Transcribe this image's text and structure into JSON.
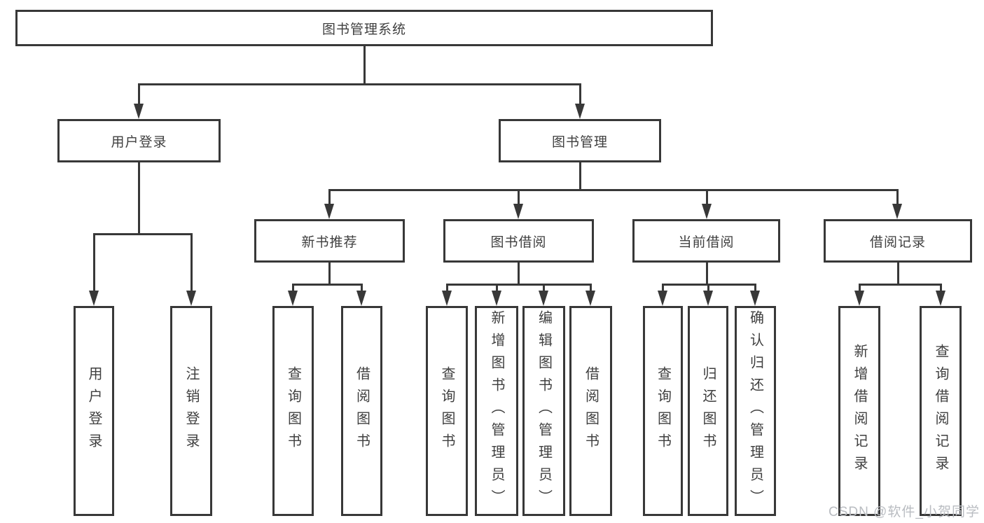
{
  "watermark": "CSDN @软件_小贺同学",
  "colors": {
    "line": "#383838",
    "ink": "#3f3f3f",
    "watermark_color": "#b9bcc1",
    "background": "#ffffff"
  },
  "tree": {
    "root": "图书管理系统",
    "user_login": {
      "label": "用户登录",
      "children": [
        "用户登录",
        "注销登录"
      ]
    },
    "book_mgmt": {
      "label": "图书管理",
      "sections": [
        {
          "label": "新书推荐",
          "children": [
            "查询图书",
            "借阅图书"
          ]
        },
        {
          "label": "图书借阅",
          "children": [
            "查询图书",
            "新增图书（管理员）",
            "编辑图书（管理员）",
            "借阅图书"
          ]
        },
        {
          "label": "当前借阅",
          "children": [
            "查询图书",
            "归还图书",
            "确认归还（管理员）"
          ]
        },
        {
          "label": "借阅记录",
          "children": [
            "新增借阅记录",
            "查询借阅记录"
          ]
        }
      ]
    }
  }
}
